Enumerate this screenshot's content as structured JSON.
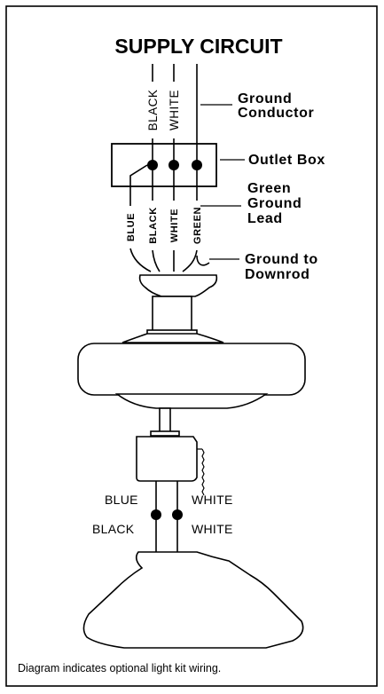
{
  "title": "SUPPLY CIRCUIT",
  "supply_wires": {
    "black": "BLACK",
    "white": "WHITE"
  },
  "callouts": {
    "ground_conductor": [
      "Ground",
      "Conductor"
    ],
    "outlet_box": "Outlet Box",
    "green_ground_lead": [
      "Green",
      "Ground",
      "Lead"
    ],
    "ground_to_downrod": [
      "Ground to",
      "Downrod"
    ]
  },
  "fan_leads": [
    "BLUE",
    "BLACK",
    "WHITE",
    "GREEN"
  ],
  "light_kit": {
    "left": [
      "BLUE",
      "BLACK"
    ],
    "right": [
      "WHITE",
      "WHITE"
    ]
  },
  "caption": "Diagram indicates optional light kit wiring."
}
